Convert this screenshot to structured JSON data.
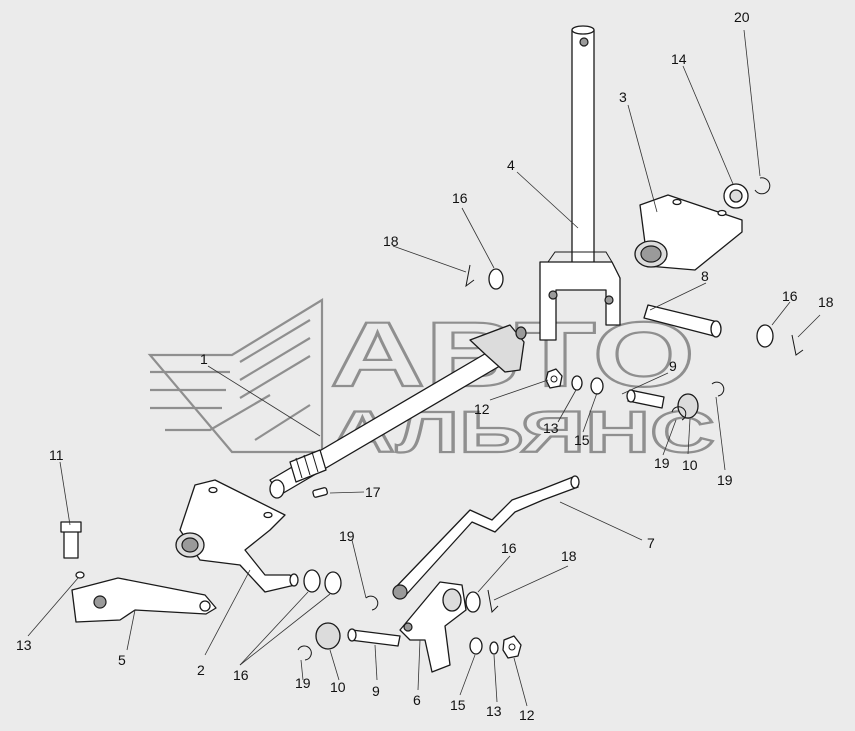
{
  "watermark": {
    "line1": "АВТО",
    "line2": "АЛЬЯНС"
  },
  "colors": {
    "background": "#ebebeb",
    "line": "#1a1a1a",
    "watermark": "#8f8f8f"
  },
  "callouts": [
    "1",
    "2",
    "3",
    "4",
    "5",
    "6",
    "7",
    "8",
    "9",
    "9",
    "10",
    "10",
    "11",
    "12",
    "12",
    "13",
    "13",
    "13",
    "14",
    "15",
    "15",
    "16",
    "16",
    "16",
    "16",
    "17",
    "18",
    "18",
    "18",
    "19",
    "19",
    "19",
    "19",
    "20"
  ]
}
